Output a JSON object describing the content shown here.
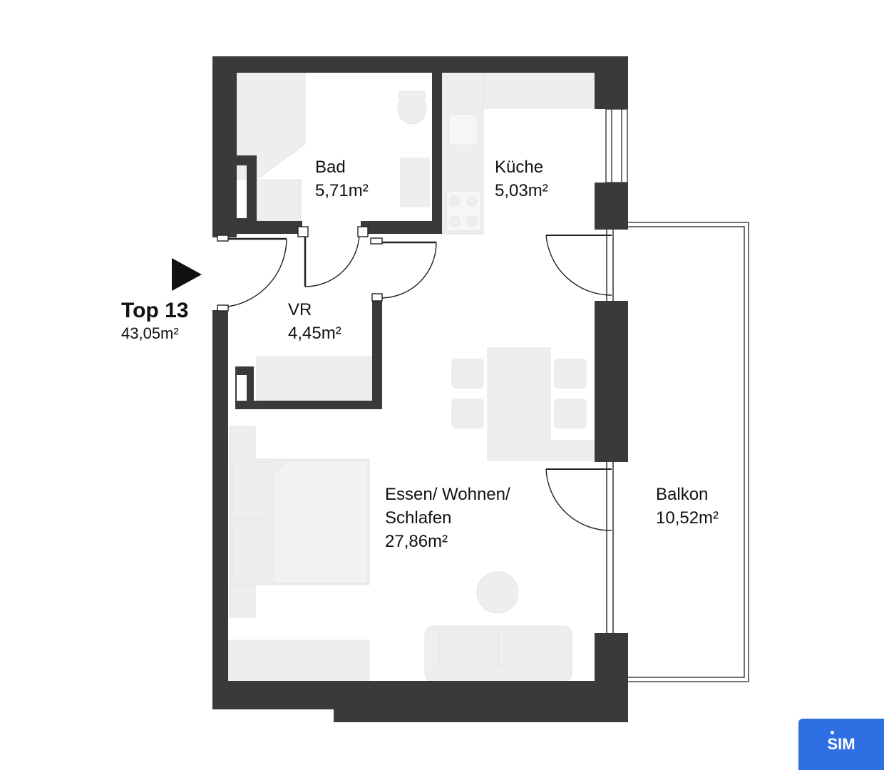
{
  "unit": {
    "name": "Top 13",
    "area": "43,05m²"
  },
  "rooms": {
    "bad": {
      "name": "Bad",
      "area": "5,71m²"
    },
    "kueche": {
      "name": "Küche",
      "area": "5,03m²"
    },
    "vr": {
      "name": "VR",
      "area": "4,45m²"
    },
    "wohnen": {
      "name_line1": "Essen/ Wohnen/",
      "name_line2": "Schlafen",
      "area": "27,86m²"
    },
    "balkon": {
      "name": "Balkon",
      "area": "10,52m²"
    }
  },
  "logo": {
    "s": "S",
    "rest": "IM"
  },
  "colors": {
    "wall": "#3a3a3c",
    "furniture": "#eeeeee",
    "accent": "#2f6fe4"
  },
  "icons": {
    "entrance": "entrance-arrow-icon"
  }
}
